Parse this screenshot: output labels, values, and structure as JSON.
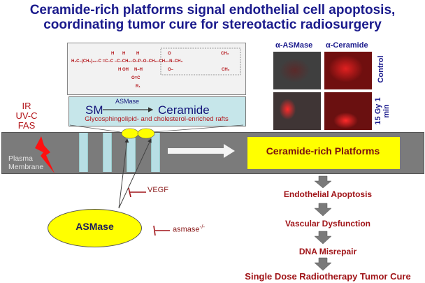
{
  "title": {
    "line1": "Ceramide-rich platforms signal endothelial cell apoptosis,",
    "line2": "coordinating tumor cure for stereotactic radiosurgery"
  },
  "chemical_structure": {
    "name": "sphingomyelin",
    "formula_text": "H3C-(CH2)12-CH=CH-CH(OH)-CH(NH-C(=O)-R1)-CH2-O-P(=O)(O-)-O-CH2-CH2-N+(CH3)3"
  },
  "reaction": {
    "substrate": "SM",
    "enzyme": "ASMase",
    "product": "Ceramide",
    "caption": "Glycosphingolipid- and cholesterol-enriched rafts"
  },
  "stimuli": {
    "lines": [
      "IR",
      "UV-C",
      "FAS"
    ]
  },
  "membrane": {
    "label_line1": "Plasma",
    "label_line2": "Membrane"
  },
  "platform": {
    "label": "Ceramide-rich Platforms",
    "color": "#ffff00"
  },
  "micrographs": {
    "col_headers": [
      "α-ASMase",
      "α-Ceramide"
    ],
    "row_labels": [
      "Control",
      "15 Gy 1 min"
    ]
  },
  "asmase": {
    "label": "ASMase",
    "inhibitors": [
      {
        "label": "VEGF"
      },
      {
        "label": "asmase",
        "superscript": "-/-"
      }
    ]
  },
  "cascade": {
    "steps": [
      "Endothelial Apoptosis",
      "Vascular Dysfunction",
      "DNA Misrepair",
      "Single Dose Radiotherapy Tumor Cure"
    ]
  },
  "colors": {
    "title": "#1a1a8c",
    "accent_red": "#a01418",
    "membrane": "#7b7b7b",
    "channel": "#b7dee4",
    "raft_box": "#c6e6ea"
  }
}
